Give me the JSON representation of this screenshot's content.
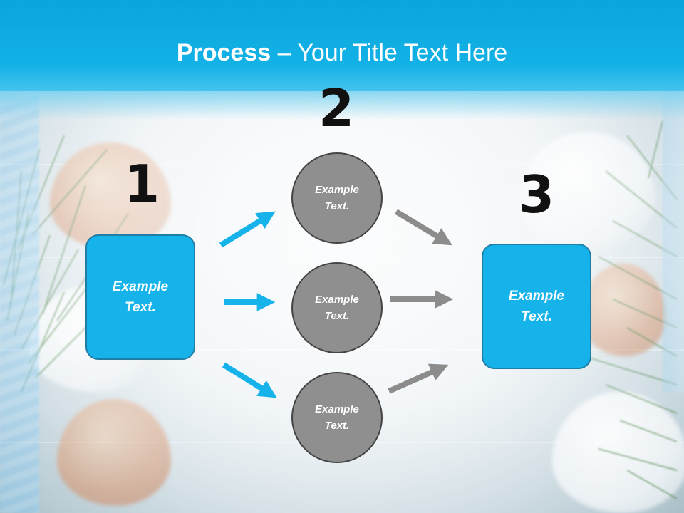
{
  "title": {
    "bold": "Process",
    "rest": " – Your Title Text Here"
  },
  "steps": {
    "one": {
      "number": "1",
      "line1": "Example",
      "line2": "Text."
    },
    "two": {
      "number": "2"
    },
    "three": {
      "number": "3",
      "line1": "Example",
      "line2": "Text."
    }
  },
  "circles": [
    {
      "line1": "Example",
      "line2": "Text."
    },
    {
      "line1": "Example",
      "line2": "Text."
    },
    {
      "line1": "Example",
      "line2": "Text."
    }
  ],
  "colors": {
    "accent": "#16b3ea",
    "header": "#12b1e6",
    "circle": "#8f8f8f",
    "gray_arrow": "#8c8c8c",
    "number": "#111111"
  }
}
